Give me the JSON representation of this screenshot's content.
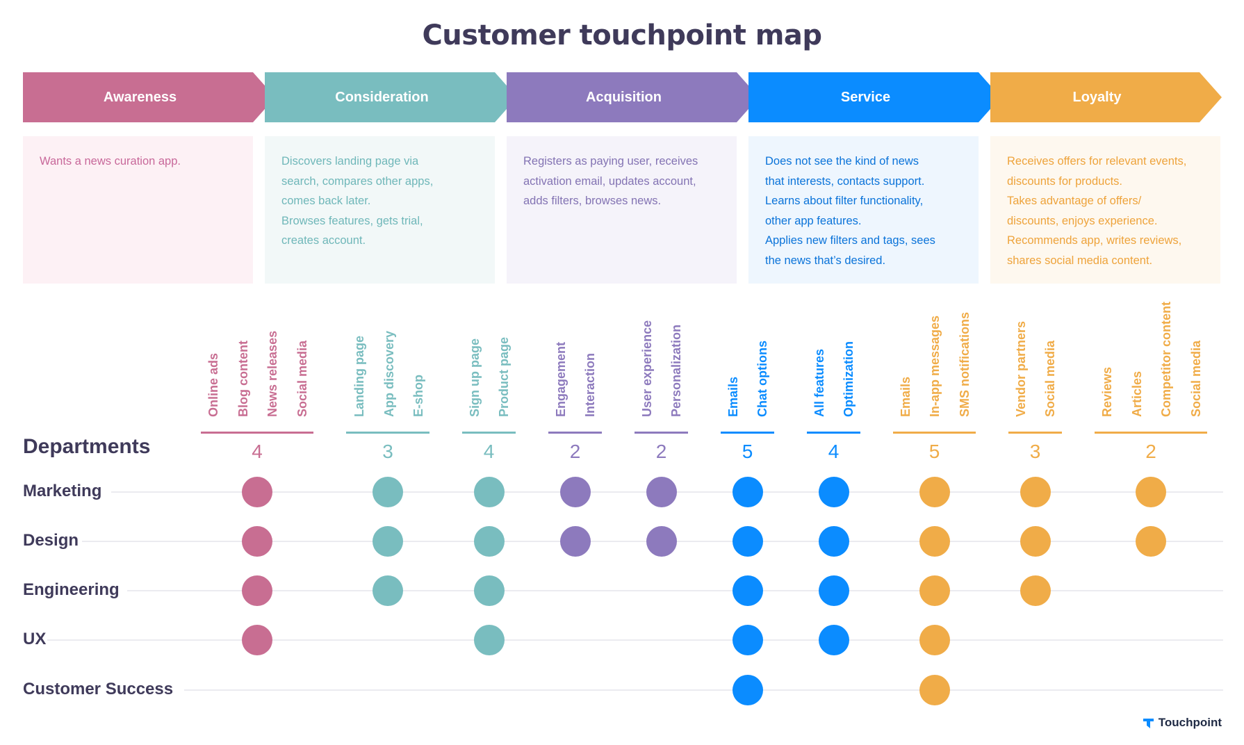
{
  "title": "Customer touchpoint map",
  "colors": {
    "Awareness": "#c86e92",
    "Consideration": "#79bdbf",
    "Acquisition": "#8d7abd",
    "Service": "#0b8cff",
    "Loyalty": "#f0ac48"
  },
  "stages": [
    {
      "name": "Awareness",
      "bg": "#fdf1f5",
      "lines": [
        "Wants a news curation app."
      ]
    },
    {
      "name": "Consideration",
      "bg": "#f2f8f8",
      "lines": [
        "Discovers landing page via",
        "search, compares other apps,",
        "comes back later.",
        "Browses features, gets trial,",
        "creates account."
      ]
    },
    {
      "name": "Acquisition",
      "bg": "#f5f3fa",
      "lines": [
        "Registers as paying user, receives",
        "activation email, updates account,",
        "adds filters, browses news."
      ]
    },
    {
      "name": "Service",
      "bg": "#eef6fe",
      "lines": [
        "Does not see the kind of news",
        "that interests, contacts support.",
        "Learns about filter functionality,",
        "other app features.",
        "Applies new filters and tags, sees",
        "the news that’s desired."
      ]
    },
    {
      "name": "Loyalty",
      "bg": "#fef8ef",
      "lines": [
        "Receives offers for relevant events,",
        "discounts for products.",
        "Takes advantage of offers/",
        "discounts, enjoys experience.",
        "Recommends app, writes reviews,",
        "shares social media content."
      ]
    }
  ],
  "departments_header": "Departments",
  "departments": [
    "Marketing",
    "Design",
    "Engineering",
    "UX",
    "Customer Success"
  ],
  "groups": [
    {
      "stage": "Awareness",
      "count": "4",
      "touchpoints": [
        "Online ads",
        "Blog content",
        "News releases",
        "Social media"
      ],
      "depts": [
        0,
        1,
        2,
        3
      ]
    },
    {
      "stage": "Consideration",
      "count": "3",
      "touchpoints": [
        "Landing page",
        "App discovery",
        "E-shop"
      ],
      "depts": [
        0,
        1,
        2
      ]
    },
    {
      "stage": "Consideration",
      "count": "4",
      "touchpoints": [
        "Sign up page",
        "Product page"
      ],
      "depts": [
        0,
        1,
        2,
        3
      ]
    },
    {
      "stage": "Acquisition",
      "count": "2",
      "touchpoints": [
        "Engagement",
        "Interaction"
      ],
      "depts": [
        0,
        1
      ]
    },
    {
      "stage": "Acquisition",
      "count": "2",
      "touchpoints": [
        "User experience",
        "Personalization"
      ],
      "depts": [
        0,
        1
      ]
    },
    {
      "stage": "Service",
      "count": "5",
      "touchpoints": [
        "Emails",
        "Chat options"
      ],
      "depts": [
        0,
        1,
        2,
        3,
        4
      ]
    },
    {
      "stage": "Service",
      "count": "4",
      "touchpoints": [
        "All features",
        "Optimization"
      ],
      "depts": [
        0,
        1,
        2,
        3
      ]
    },
    {
      "stage": "Loyalty",
      "count": "5",
      "touchpoints": [
        "Emails",
        "In-app messages",
        "SMS notifications"
      ],
      "depts": [
        0,
        1,
        2,
        3,
        4
      ]
    },
    {
      "stage": "Loyalty",
      "count": "3",
      "touchpoints": [
        "Vendor partners",
        "Social media"
      ],
      "depts": [
        0,
        1,
        2
      ]
    },
    {
      "stage": "Loyalty",
      "count": "2",
      "touchpoints": [
        "Reviews",
        "Articles",
        "Competitor content",
        "Social media"
      ],
      "depts": [
        0,
        1
      ]
    }
  ],
  "brand": {
    "name": "Touchpoint",
    "icon": "touchpoint-logo-icon"
  }
}
